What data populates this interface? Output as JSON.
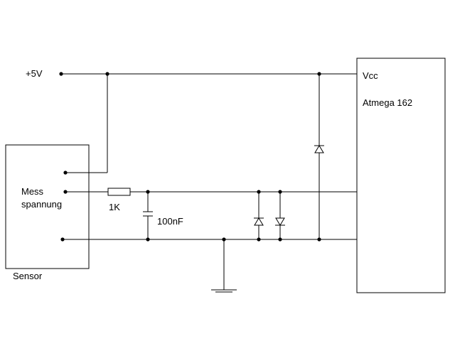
{
  "labels": {
    "supply": "+5V",
    "vcc": "Vcc",
    "mcu": "Atmega 162",
    "sensor_input_line1": "Mess",
    "sensor_input_line2": "spannung",
    "resistor_value": "1K",
    "capacitor_value": "100nF",
    "sensor_name": "Sensor"
  },
  "colors": {
    "line": "#000000",
    "background": "#ffffff"
  },
  "components": {
    "resistor": "resistor-symbol",
    "capacitor": "capacitor-symbol",
    "diodes": [
      "diode-top-vcc",
      "diode-left-signal",
      "diode-right-signal"
    ],
    "ground": "ground-symbol"
  }
}
